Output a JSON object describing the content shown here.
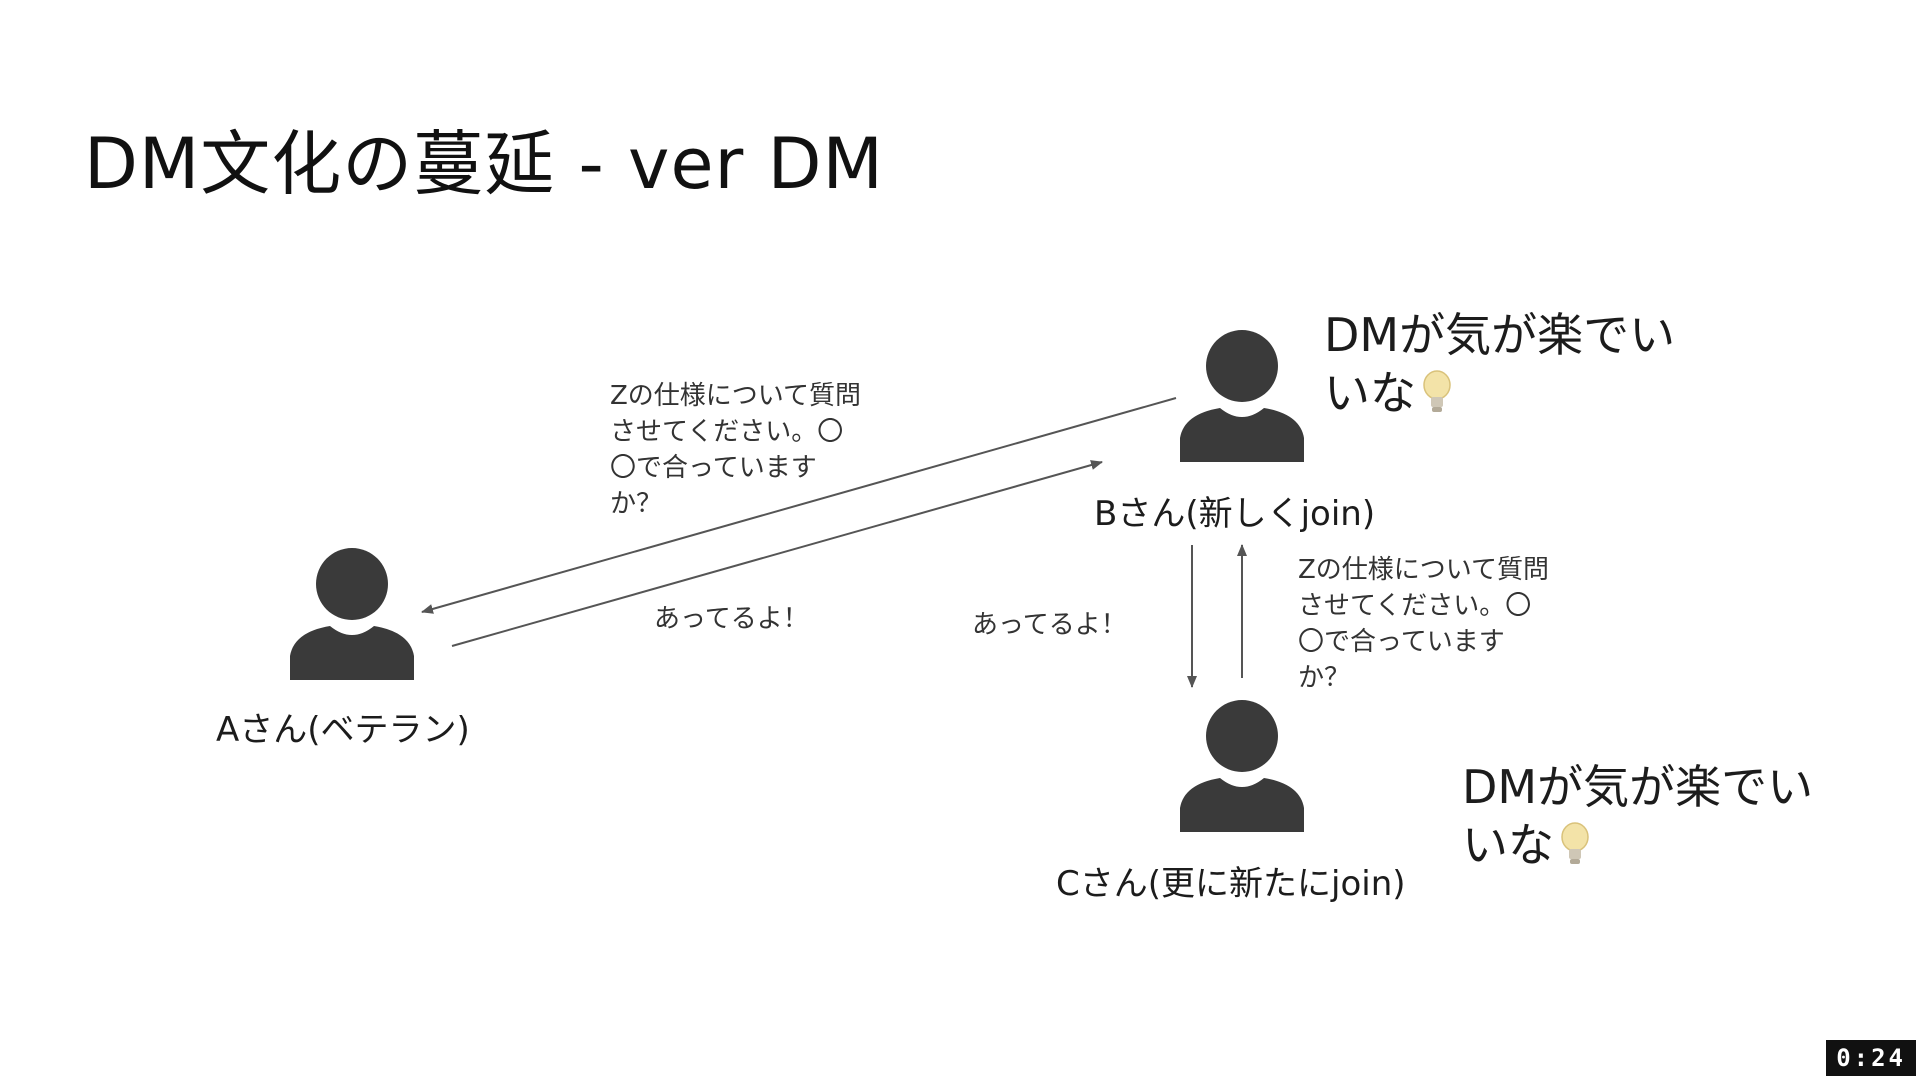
{
  "slide": {
    "title": "DM文化の蔓延 - ver DM",
    "timer": "0:24"
  },
  "people": {
    "a": {
      "label": "Aさん(ベテラン)"
    },
    "b": {
      "label": "Bさん(新しくjoin)"
    },
    "c": {
      "label": "Cさん(更に新たにjoin)"
    }
  },
  "messages": {
    "question_ab": [
      "Zの仕様について質問",
      "させてください。〇",
      "〇で合っています",
      "か？"
    ],
    "reply_ab": "あってるよ！",
    "question_cb": [
      "Zの仕様について質問",
      "させてください。〇",
      "〇で合っています",
      "か？"
    ],
    "reply_bc": "あってるよ！"
  },
  "thoughts": {
    "b": [
      "DMが気が楽でい",
      "いな"
    ],
    "c": [
      "DMが気が楽でい",
      "いな"
    ]
  },
  "icons": {
    "person": "person-silhouette-icon",
    "bulb": "lightbulb-icon"
  },
  "colors": {
    "silhouette": "#3a3a3a",
    "arrow": "#555555",
    "bulb": "#f3e3a8"
  }
}
